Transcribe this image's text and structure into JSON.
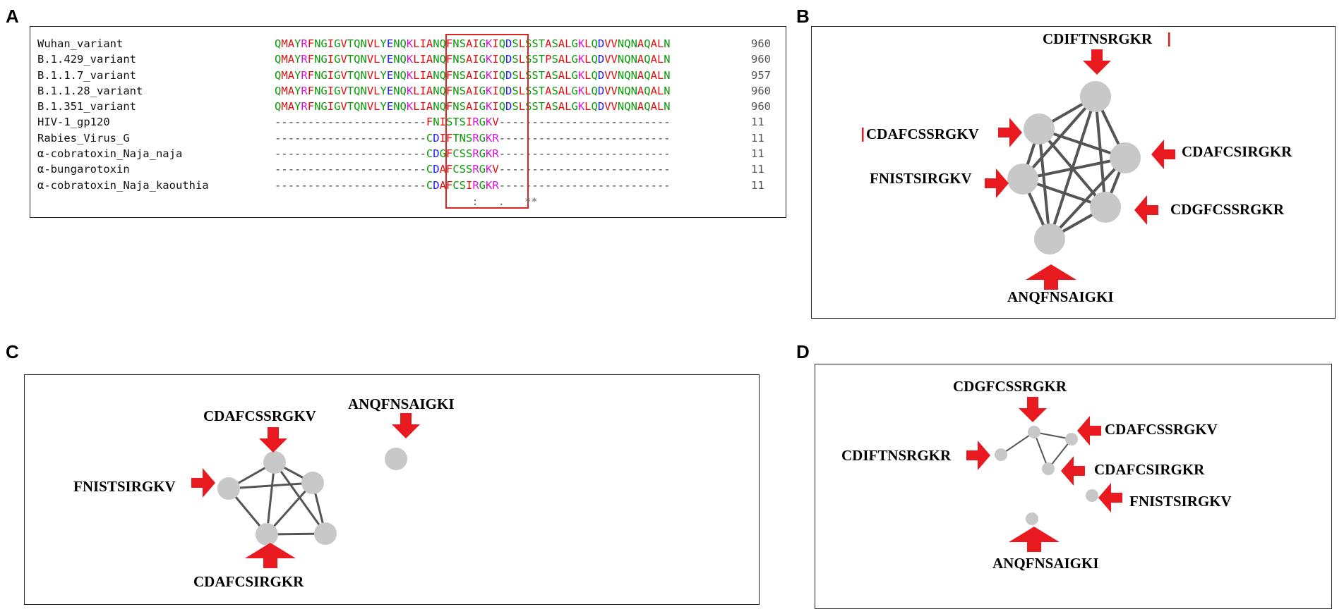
{
  "panels": {
    "A": {
      "letter": "A",
      "alignment": [
        {
          "name": "Wuhan_variant",
          "seq": "QMAYRFNGIGVTQNVLYENQKLIANQFNSAIGKIQDSLSSTASALGKLQDVVNQNAQALN",
          "len": "960"
        },
        {
          "name": "B.1.429_variant",
          "seq": "QMAYRFNGIGVTQNVLYENQKLIANQFNSAIGKIQDSLSSTPSALGKLQDVVNQNAQALN",
          "len": "960"
        },
        {
          "name": "B.1.1.7_variant",
          "seq": "QMAYRFNGIGVTQNVLYENQKLIANQFNSAIGKIQDSLSSTASALGKLQDVVNQNAQALN",
          "len": "957"
        },
        {
          "name": "B.1.1.28_variant",
          "seq": "QMAYRFNGIGVTQNVLYENQKLIANQFNSAIGKIQDSLSSTASALGKLQDVVNQNAQALN",
          "len": "960"
        },
        {
          "name": "B.1.351_variant",
          "seq": "QMAYRFNGIGVTQNVLYENQKLIANQFNSAIGKIQDSLSSTASALGKLQDVVNQNAQALN",
          "len": "960"
        },
        {
          "name": "HIV-1_gp120",
          "seq": "-----------------------FNISTSIRGKV--------------------------",
          "len": "11"
        },
        {
          "name": "Rabies_Virus_G",
          "seq": "-----------------------CDIFTNSRGKR--------------------------",
          "len": "11"
        },
        {
          "name": "α-cobratoxin_Naja_naja",
          "seq": "-----------------------CDGFCSSRGKR--------------------------",
          "len": "11"
        },
        {
          "name": "α-bungarotoxin",
          "seq": "-----------------------CDAFCSSRGKV--------------------------",
          "len": "11"
        },
        {
          "name": "α-cobratoxin_Naja_kaouthia",
          "seq": "-----------------------CDAFCSIRGKR--------------------------",
          "len": "11"
        }
      ],
      "consensus": "    :   .   **"
    },
    "B": {
      "letter": "B",
      "labels": {
        "top": "CDIFTNSRGKR",
        "left1": "CDAFCSSRGKV",
        "left2": "FNISTSIRGKV",
        "right1": "CDAFCSIRGKR",
        "right2": "CDGFCSSRGKR",
        "bottom": "ANQFNSAIGKI"
      }
    },
    "C": {
      "letter": "C",
      "labels": {
        "top": "CDAFCSSRGKV",
        "left": "FNISTSIRGKV",
        "bottom": "CDAFCSIRGKR",
        "isolated": "ANQFNSAIGKI"
      }
    },
    "D": {
      "letter": "D",
      "labels": {
        "top": "CDGFCSSRGKR",
        "right1": "CDAFCSSRGKV",
        "left": "CDIFTNSRGKR",
        "right2": "CDAFCSIRGKR",
        "right3": "FNISTSIRGKV",
        "bottom": "ANQFNSAIGKI"
      }
    }
  },
  "colors": {
    "arrow": "#e8191f",
    "node": "#c8c8c8",
    "edge": "#555555",
    "highlight_box": "#dd2222"
  }
}
